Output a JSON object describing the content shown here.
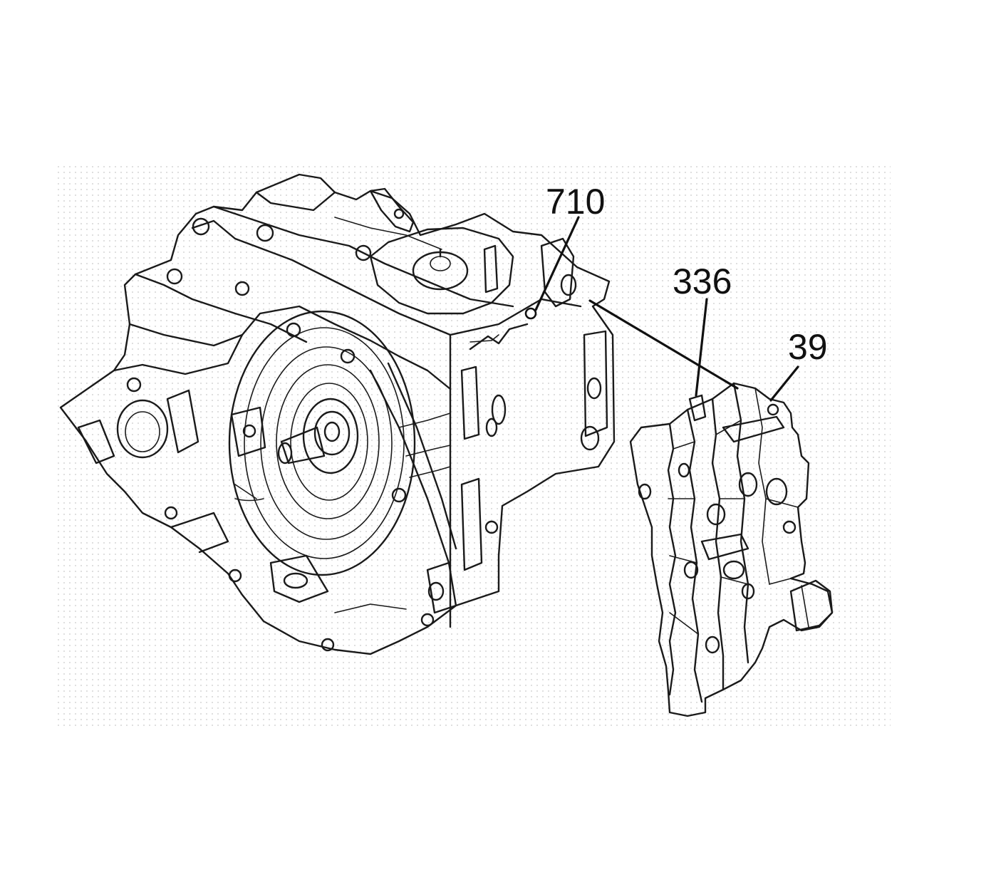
{
  "callouts": [
    {
      "id": "transmission-case-callout",
      "label": "710"
    },
    {
      "id": "valve-body-spacer-plate-callout",
      "label": "336"
    },
    {
      "id": "control-valve-body-callout",
      "label": "39"
    }
  ],
  "colors": {
    "ink": "#1a1a1a",
    "background": "#ffffff",
    "stipple": "#c8c8c8"
  }
}
